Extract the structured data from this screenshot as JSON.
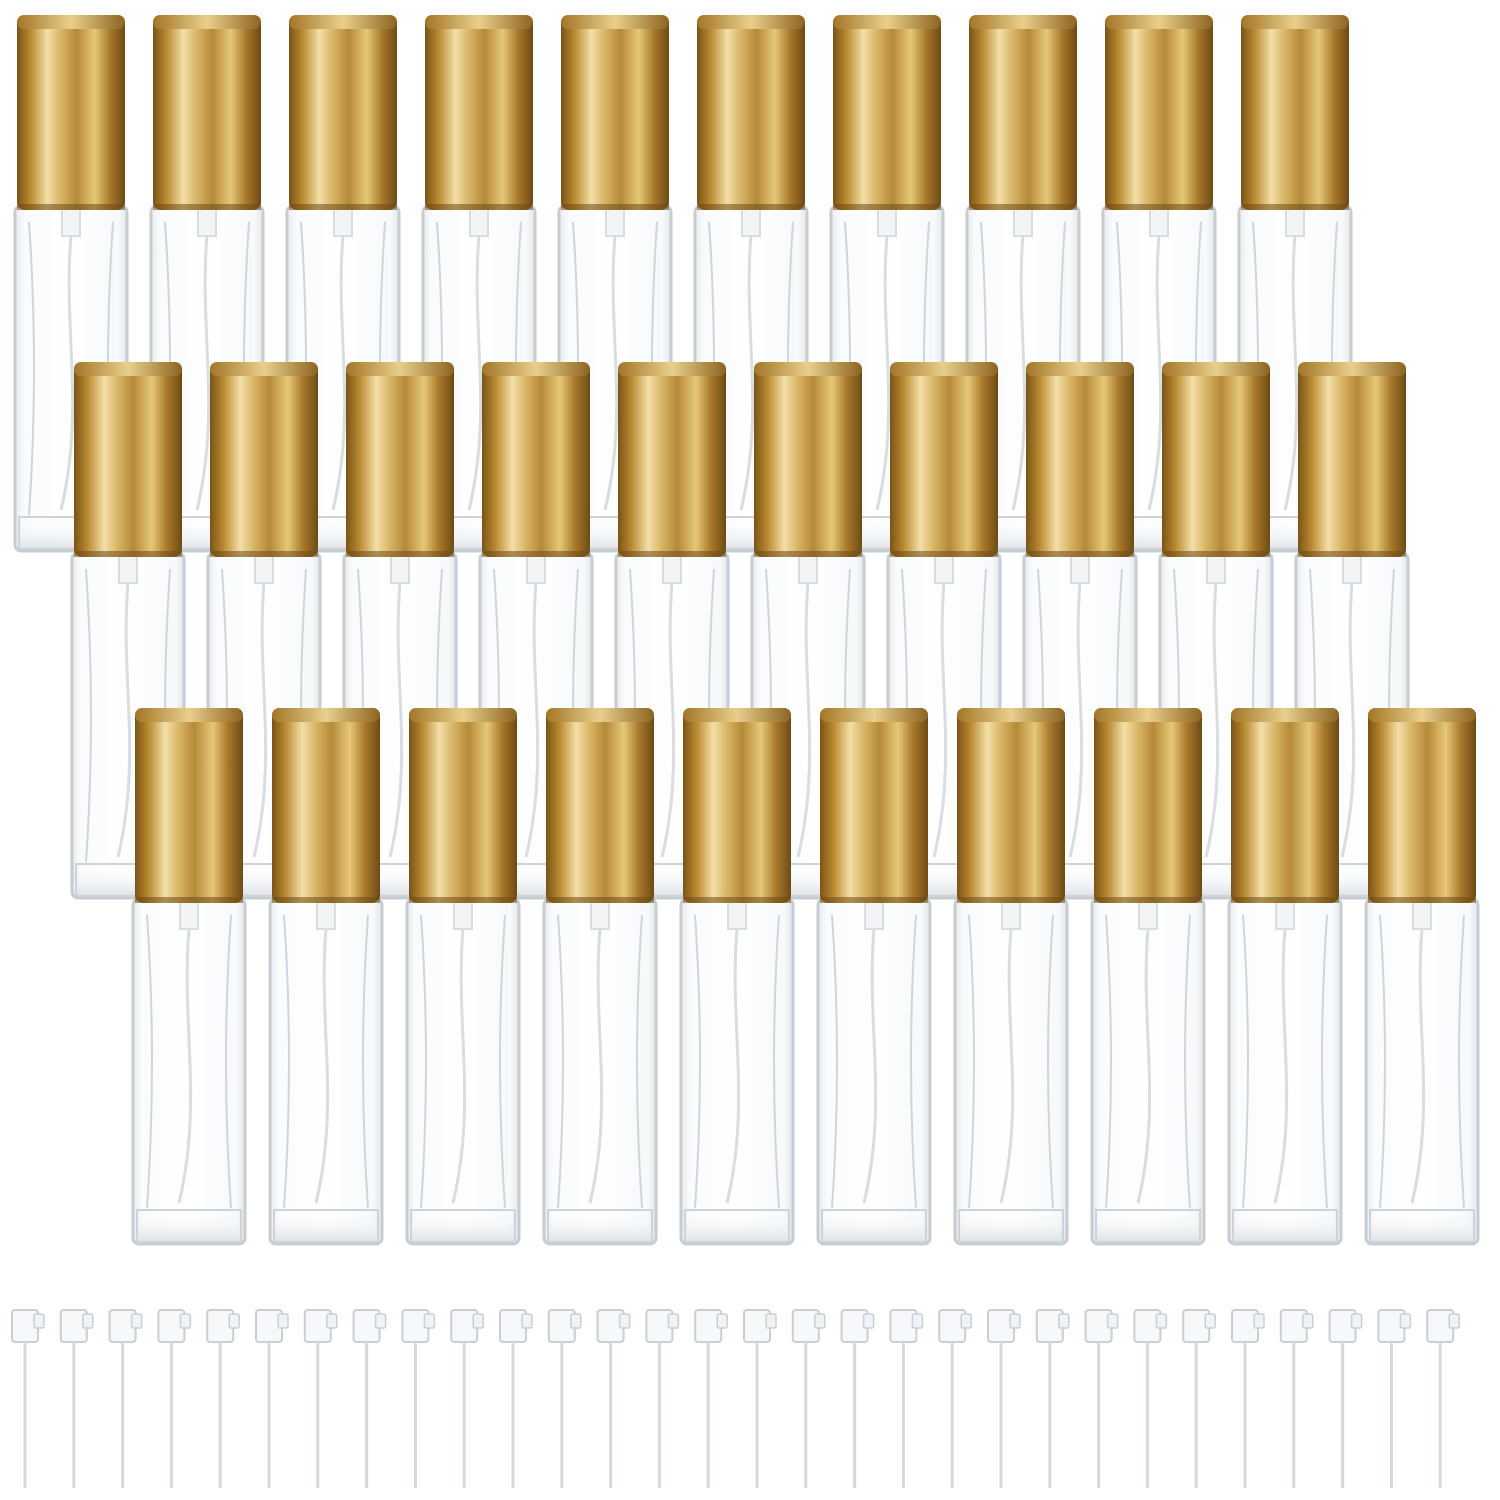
{
  "photo": {
    "subject": "gold-cap-glass-spray-bottles",
    "bottle_rows": 3,
    "bottles_per_row": 10,
    "bottle_count": 30,
    "pipette_count": 30,
    "colors": {
      "background": "#ffffff",
      "cap_gold": "#c9a24f",
      "cap_gold_light": "#f3dfa6",
      "cap_gold_dark": "#7a5418",
      "glass_edge": "#c7ccd1",
      "glass_fill": "#f4f7f9",
      "tube": "#d8dde2"
    }
  }
}
